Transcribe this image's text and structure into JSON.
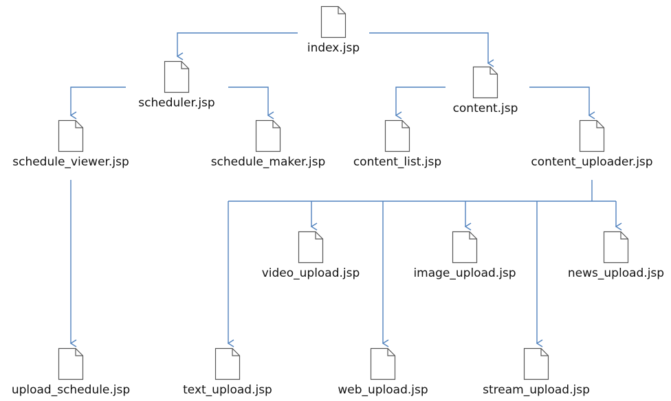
{
  "nodes": {
    "index": "index.jsp",
    "scheduler": "scheduler.jsp",
    "content": "content.jsp",
    "schedule_viewer": "schedule_viewer.jsp",
    "schedule_maker": "schedule_maker.jsp",
    "content_list": "content_list.jsp",
    "content_uploader": "content_uploader.jsp",
    "upload_schedule": "upload_schedule.jsp",
    "video_upload": "video_upload.jsp",
    "image_upload": "image_upload.jsp",
    "news_upload": "news_upload.jsp",
    "text_upload": "text_upload.jsp",
    "web_upload": "web_upload.jsp",
    "stream_upload": "stream_upload.jsp"
  },
  "edges": [
    [
      "index",
      "scheduler"
    ],
    [
      "index",
      "content"
    ],
    [
      "scheduler",
      "schedule_viewer"
    ],
    [
      "scheduler",
      "schedule_maker"
    ],
    [
      "content",
      "content_list"
    ],
    [
      "content",
      "content_uploader"
    ],
    [
      "schedule_viewer",
      "upload_schedule"
    ],
    [
      "content_uploader",
      "video_upload"
    ],
    [
      "content_uploader",
      "image_upload"
    ],
    [
      "content_uploader",
      "news_upload"
    ],
    [
      "content_uploader",
      "text_upload"
    ],
    [
      "content_uploader",
      "web_upload"
    ],
    [
      "content_uploader",
      "stream_upload"
    ]
  ],
  "colors": {
    "connector": "#4f81bd",
    "icon_fill": "#ffffff",
    "icon_stroke": "#555555",
    "label": "#111111"
  }
}
